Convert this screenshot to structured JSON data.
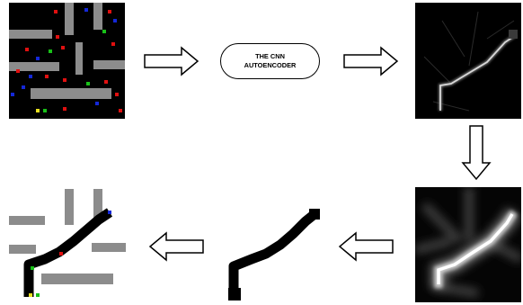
{
  "diagram": {
    "title": "",
    "autoencoder_label": [
      "THE CNN",
      "AUTOENCODER"
    ]
  },
  "colors": {
    "map_background": "#000000",
    "obstacle": "#8c8c8c",
    "path_black": "#000000",
    "path_bright": "#e6e6e6",
    "dot_red": "#e01010",
    "dot_green": "#18c018",
    "dot_blue": "#1428d8",
    "dot_yellow": "#e8e020"
  },
  "panels": [
    {
      "id": "input-map",
      "description_icon": "grid-map-icon"
    },
    {
      "id": "autoencoder",
      "description_icon": "network-icon"
    },
    {
      "id": "raw-output",
      "description_icon": "heatmap-icon"
    },
    {
      "id": "enhanced-output",
      "description_icon": "heatmap-icon"
    },
    {
      "id": "binary-path",
      "description_icon": "path-mask-icon"
    },
    {
      "id": "path-overlay",
      "description_icon": "grid-map-icon"
    }
  ]
}
